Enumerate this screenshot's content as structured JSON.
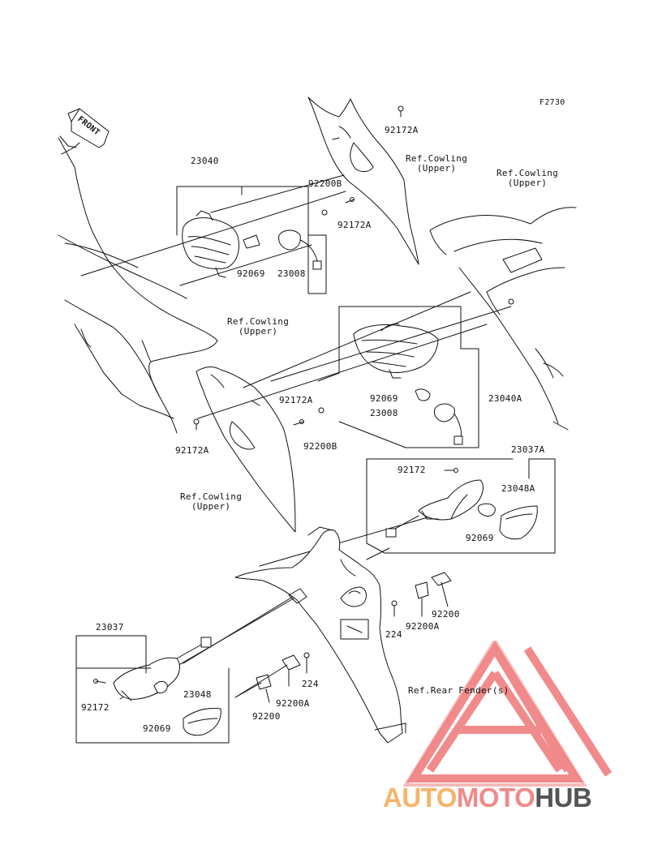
{
  "figure_id": "F2730",
  "front_label": "FRONT",
  "parts": {
    "p23040": "23040",
    "p92200B_a": "92200B",
    "p92172A_a": "92172A",
    "p92069_a": "92069",
    "p23008_a": "23008",
    "p92172A_top": "92172A",
    "p92172A_b": "92172A",
    "p92172A_c": "92172A",
    "p92069_b": "92069",
    "p23040A": "23040A",
    "p23008_b": "23008",
    "p92200B_b": "92200B",
    "p23037A": "23037A",
    "p92172_a": "92172",
    "p23048A": "23048A",
    "p92069_c": "92069",
    "p92200_a": "92200",
    "p224_a": "224",
    "p92200A_a": "92200A",
    "p23037": "23037",
    "p224_b": "224",
    "p92200A_b": "92200A",
    "p92200_b": "92200",
    "p92172_b": "92172",
    "p23048": "23048",
    "p92069_d": "92069"
  },
  "refs": {
    "cowling_upper_1": "Ref.Cowling\n(Upper)",
    "cowling_upper_2": "Ref.Cowling\n(Upper)",
    "cowling_upper_3": "Ref.Cowling\n(Upper)",
    "cowling_upper_4": "Ref.Cowling\n(Upper)",
    "rear_fender": "Ref.Rear Fender(s)"
  },
  "watermark": {
    "brand_a": "AUTO",
    "brand_m": "MOTO",
    "brand_h": "HUB",
    "colors": {
      "triangle": "#f07f7f",
      "auto": "#f6b46a",
      "moto": "#f08a8a",
      "hub": "#555555"
    }
  }
}
